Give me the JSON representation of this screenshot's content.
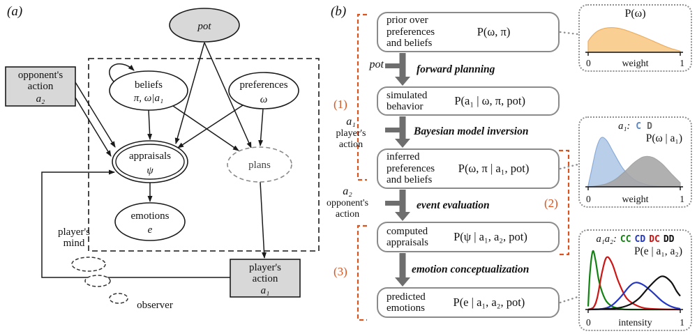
{
  "panel_a": {
    "label": "(a)",
    "nodes": {
      "pot": {
        "label": "pot"
      },
      "opponent_action": {
        "line1": "opponent's",
        "line2": "action",
        "line3": "a₂"
      },
      "beliefs": {
        "line1": "beliefs",
        "line2": "π, ω|a₁"
      },
      "preferences": {
        "line1": "preferences",
        "line2": "ω"
      },
      "appraisals": {
        "line1": "appraisals",
        "line2": "ψ"
      },
      "plans": {
        "label": "plans"
      },
      "emotions": {
        "line1": "emotions",
        "line2": "e"
      },
      "player_action": {
        "line1": "player's",
        "line2": "action",
        "line3": "a₁"
      }
    },
    "annotations": {
      "players_mind_line1": "player's",
      "players_mind_line2": "mind",
      "observer": "observer"
    }
  },
  "panel_b": {
    "label": "(b)",
    "accent_color": "#d9541e",
    "boxes": [
      {
        "lines": [
          "prior over",
          "preferences",
          "and beliefs"
        ],
        "formula": "P(ω, π)"
      },
      {
        "lines": [
          "simulated",
          "behavior"
        ],
        "formula": "P(a₁ | ω, π, pot)"
      },
      {
        "lines": [
          "inferred",
          "preferences",
          "and beliefs"
        ],
        "formula": "P(ω, π | a₁, pot)"
      },
      {
        "lines": [
          "computed",
          "appraisals"
        ],
        "formula": "P(ψ | a₁, a₂, pot)"
      },
      {
        "lines": [
          "predicted",
          "emotions"
        ],
        "formula": "P(e | a₁, a₂, pot)"
      }
    ],
    "arrows": [
      {
        "label": "forward planning",
        "input_lines": [
          "pot"
        ]
      },
      {
        "label": "Bayesian model inversion",
        "input_lines": [
          "a₁",
          "player's",
          "action"
        ]
      },
      {
        "label": "event evaluation",
        "input_lines": [
          "a₂",
          "opponent's",
          "action"
        ]
      },
      {
        "label": "emotion conceptualization"
      }
    ],
    "brackets": [
      {
        "label": "(1)"
      },
      {
        "label": "(2)"
      },
      {
        "label": "(3)"
      }
    ]
  },
  "chart_data": [
    {
      "type": "area",
      "title": "P(ω)",
      "xlabel": "weight",
      "xticks": [
        "0",
        "1"
      ],
      "xlim": [
        0,
        1
      ],
      "series": [
        {
          "name": "prior",
          "color": "#e9ae63",
          "fill": "#f9cf93",
          "x": [
            0,
            0.04,
            0.1,
            0.18,
            0.28,
            0.38,
            0.5,
            0.62,
            0.75,
            0.88,
            1
          ],
          "y": [
            0.38,
            0.55,
            0.72,
            0.82,
            0.84,
            0.78,
            0.65,
            0.5,
            0.32,
            0.15,
            0.04
          ]
        }
      ]
    },
    {
      "type": "area",
      "legend_prefix": "a₁:",
      "legend": [
        {
          "label": "C",
          "color": "#5b87c5"
        },
        {
          "label": "D",
          "color": "#6b6b6b"
        }
      ],
      "title": "P(ω | a₁)",
      "xlabel": "weight",
      "xticks": [
        "0",
        "1"
      ],
      "xlim": [
        0,
        1
      ],
      "series": [
        {
          "name": "C",
          "color": "#8aabd9",
          "fill": "#b9cfe9",
          "x": [
            0,
            0.04,
            0.09,
            0.14,
            0.2,
            0.28,
            0.38,
            0.5,
            0.62,
            0.75,
            1
          ],
          "y": [
            0.02,
            0.35,
            0.75,
            0.95,
            0.9,
            0.65,
            0.35,
            0.14,
            0.05,
            0.01,
            0
          ]
        },
        {
          "name": "D",
          "color": "#9a9a9a",
          "fill": "#a6a6a6",
          "opacity": 0.88,
          "x": [
            0,
            0.1,
            0.2,
            0.3,
            0.4,
            0.5,
            0.6,
            0.7,
            0.8,
            0.9,
            1
          ],
          "y": [
            0,
            0.02,
            0.06,
            0.15,
            0.3,
            0.47,
            0.58,
            0.57,
            0.45,
            0.26,
            0.08
          ]
        }
      ]
    },
    {
      "type": "line",
      "legend_prefix": "a₁a₂:",
      "legend": [
        {
          "label": "CC",
          "color": "#128212"
        },
        {
          "label": "CD",
          "color": "#2336c4"
        },
        {
          "label": "DC",
          "color": "#cc1616"
        },
        {
          "label": "DD",
          "color": "#111111"
        }
      ],
      "title": "P(e | a₁, a₂)",
      "xlabel": "intensity",
      "xticks": [
        "0",
        "1"
      ],
      "xlim": [
        0,
        1
      ],
      "series": [
        {
          "name": "CC",
          "color": "#128212",
          "x": [
            0,
            0.02,
            0.05,
            0.08,
            0.12,
            0.18,
            0.25,
            0.35,
            0.5,
            1
          ],
          "y": [
            0.05,
            0.6,
            0.95,
            0.8,
            0.45,
            0.18,
            0.06,
            0.01,
            0,
            0
          ]
        },
        {
          "name": "DC",
          "color": "#cc1616",
          "x": [
            0,
            0.06,
            0.1,
            0.15,
            0.2,
            0.26,
            0.33,
            0.42,
            0.55,
            0.7,
            1
          ],
          "y": [
            0,
            0.04,
            0.2,
            0.6,
            0.85,
            0.75,
            0.45,
            0.18,
            0.05,
            0.01,
            0
          ]
        },
        {
          "name": "CD",
          "color": "#2336c4",
          "x": [
            0,
            0.15,
            0.25,
            0.35,
            0.45,
            0.52,
            0.6,
            0.7,
            0.8,
            0.9,
            1
          ],
          "y": [
            0,
            0.01,
            0.06,
            0.2,
            0.38,
            0.44,
            0.4,
            0.28,
            0.14,
            0.05,
            0.01
          ]
        },
        {
          "name": "DD",
          "color": "#111111",
          "x": [
            0,
            0.3,
            0.45,
            0.55,
            0.65,
            0.75,
            0.82,
            0.9,
            0.96,
            1
          ],
          "y": [
            0,
            0.02,
            0.08,
            0.18,
            0.35,
            0.5,
            0.54,
            0.45,
            0.3,
            0.22
          ]
        }
      ]
    }
  ]
}
